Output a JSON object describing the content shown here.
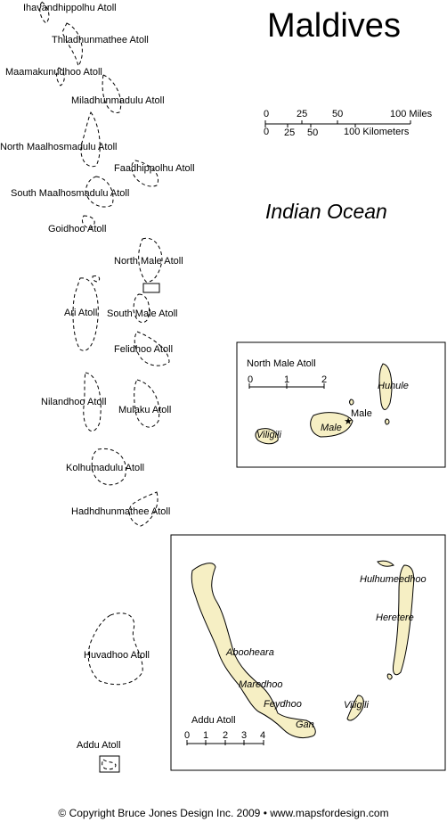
{
  "title": "Maldives",
  "ocean_label": "Indian Ocean",
  "copyright": "© Copyright  Bruce Jones Design Inc.  2009 • www.mapsfordesign.com",
  "atolls": {
    "ihavandhippolhu": "Ihavandhippolhu Atoll",
    "thiladhunmathee": "Thiladhunmathee Atoll",
    "maamakunudhoo": "Maamakunudhoo Atoll",
    "miladhunmadulu": "Miladhunmadulu Atoll",
    "north_maalhosmadulu": "North Maalhosmadulu Atoll",
    "faadhippolhu": "Faadhippolhu Atoll",
    "south_maalhosmadulu": "South Maalhosmadulu Atoll",
    "goidhoo": "Goidhoo Atoll",
    "north_male": "North Male Atoll",
    "ari": "Ari Atoll",
    "south_male": "South Male Atoll",
    "felidhoo": "Felidhoo Atoll",
    "nilandhoo": "Nilandhoo Atoll",
    "mulaku": "Mulaku Atoll",
    "kolhumadulu": "Kolhumadulu Atoll",
    "hadhdhunmathee": "Hadhdhunmathee Atoll",
    "huvadhoo": "Huvadhoo Atoll",
    "addu": "Addu Atoll"
  },
  "scale_main": {
    "miles_ticks": [
      "0",
      "25",
      "50",
      "100 Miles"
    ],
    "km_ticks": [
      "0",
      "25",
      "50",
      "100 Kilometers"
    ]
  },
  "inset_north_male": {
    "title": "North Male Atoll",
    "scale_ticks": [
      "0",
      "1",
      "2"
    ],
    "places": {
      "huhule": "Huhule",
      "male_city": "Male",
      "male_island": "Male",
      "viligili": "Viligili"
    }
  },
  "inset_addu": {
    "title": "Addu Atoll",
    "scale_ticks": [
      "0",
      "1",
      "2",
      "3",
      "4"
    ],
    "places": {
      "hulhumeedhoo": "Hulhumeedhoo",
      "heretere": "Heretere",
      "abooheara": "Abooheara",
      "maredhoo": "Maredhoo",
      "feydhoo": "Feydhoo",
      "viligili": "Viligili",
      "gan": "Gan"
    }
  },
  "colors": {
    "land": "#f6efc4",
    "outline": "#000000",
    "background": "#ffffff"
  }
}
